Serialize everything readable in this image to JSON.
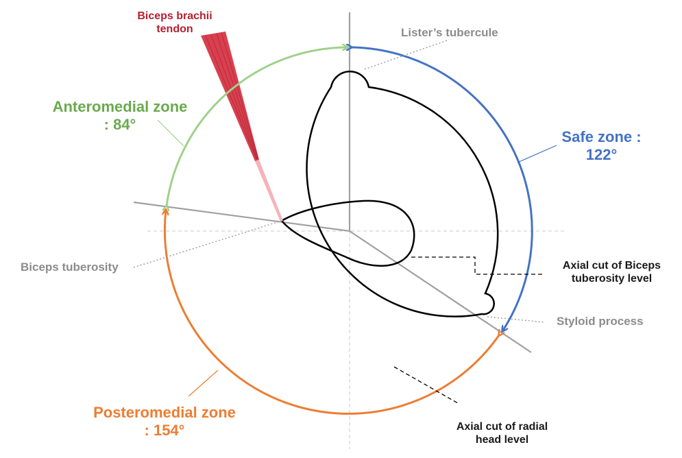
{
  "labels": {
    "biceps_tendon": [
      "Biceps brachii",
      "tendon"
    ],
    "listers_tubercule": "Lister’s tubercule",
    "anteromedial_zone": [
      "Anteromedial zone",
      ": 84°"
    ],
    "safe_zone": [
      "Safe zone :",
      "122°"
    ],
    "biceps_tuberosity": "Biceps tuberosity",
    "axial_cut_biceps": [
      "Axial cut of Biceps",
      "tuberosity level"
    ],
    "styloid_process": "Styloid process",
    "posteromedial_zone": [
      "Posteromedial zone",
      ": 154°"
    ],
    "axial_cut_radial_head": [
      "Axial cut of radial",
      "head level"
    ]
  },
  "colors": {
    "anteromedial": "#9fd18a",
    "anteromedial_text": "#6aaa4f",
    "safe": "#4472c4",
    "posteromedial": "#ed7d31",
    "tendon": "#d9404f",
    "tendon_light": "#f4b3ba",
    "outline": "#000000",
    "axis": "#a0a0a0"
  }
}
